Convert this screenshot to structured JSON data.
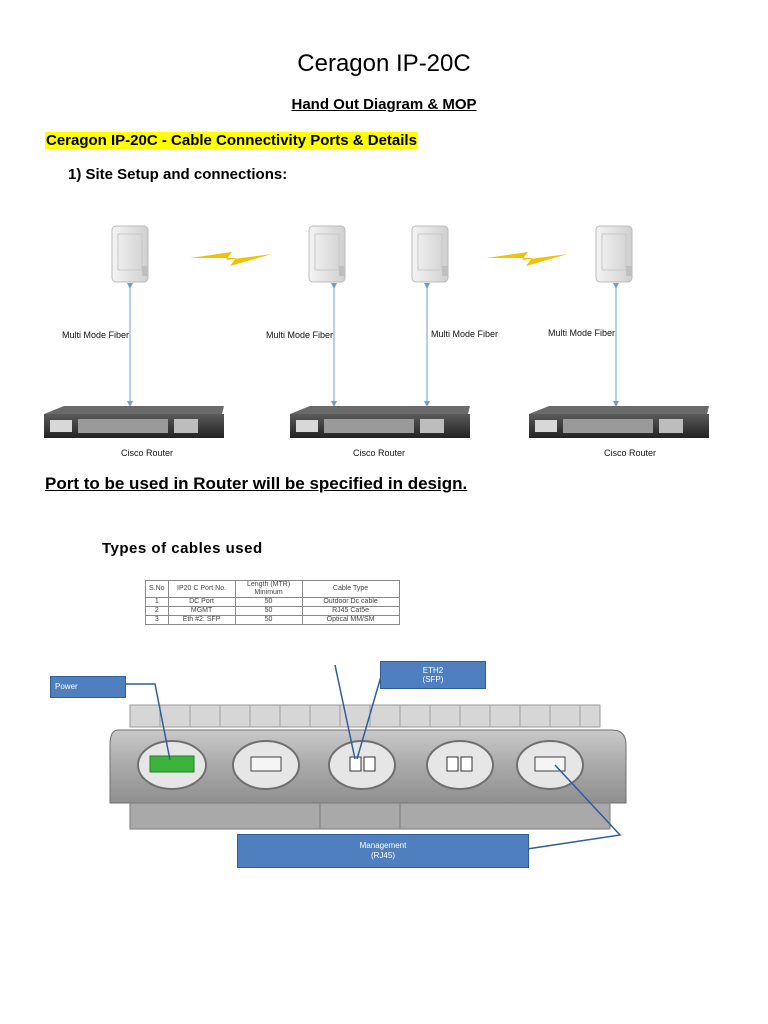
{
  "title": "Ceragon IP-20C",
  "subtitle": "Hand Out Diagram & MOP",
  "section_heading": "Ceragon IP-20C - Cable Connectivity Ports & Details",
  "step_heading": "1)  Site Setup and connections:",
  "diagram": {
    "fiber_labels": [
      "Multi Mode Fiber",
      "Multi Mode Fiber",
      "Multi Mode Fiber",
      "Multi Mode Fiber"
    ],
    "router_labels": [
      "Cisco Router",
      "Cisco Router",
      "Cisco Router"
    ]
  },
  "port_note": "Port to be used in Router will be specified in design.",
  "cables": {
    "title": "Types of cables used",
    "headers": [
      "S.No",
      "IP20 C Port No.",
      "Length (MTR) Minimum",
      "Cable Type"
    ],
    "rows": [
      [
        "1",
        "DC Port",
        "50",
        "Outdoor Dc cable"
      ],
      [
        "2",
        "MGMT",
        "50",
        "RJ45 Cat5e"
      ],
      [
        "3",
        "Eth #2: SFP",
        "50",
        "Optical MM/SM"
      ]
    ]
  },
  "callouts": {
    "power": "Power",
    "eth2_line1": "ETH2",
    "eth2_line2": "(SFP)",
    "mgmt_line1": "Management",
    "mgmt_line2": "(RJ45)"
  },
  "colors": {
    "highlight": "#ffff00",
    "callout_fill": "#4f7fbf",
    "link_arrow": "#6a9fd0",
    "wireless_bolt": "#f2c200",
    "power_connector": "#3cb43c"
  }
}
